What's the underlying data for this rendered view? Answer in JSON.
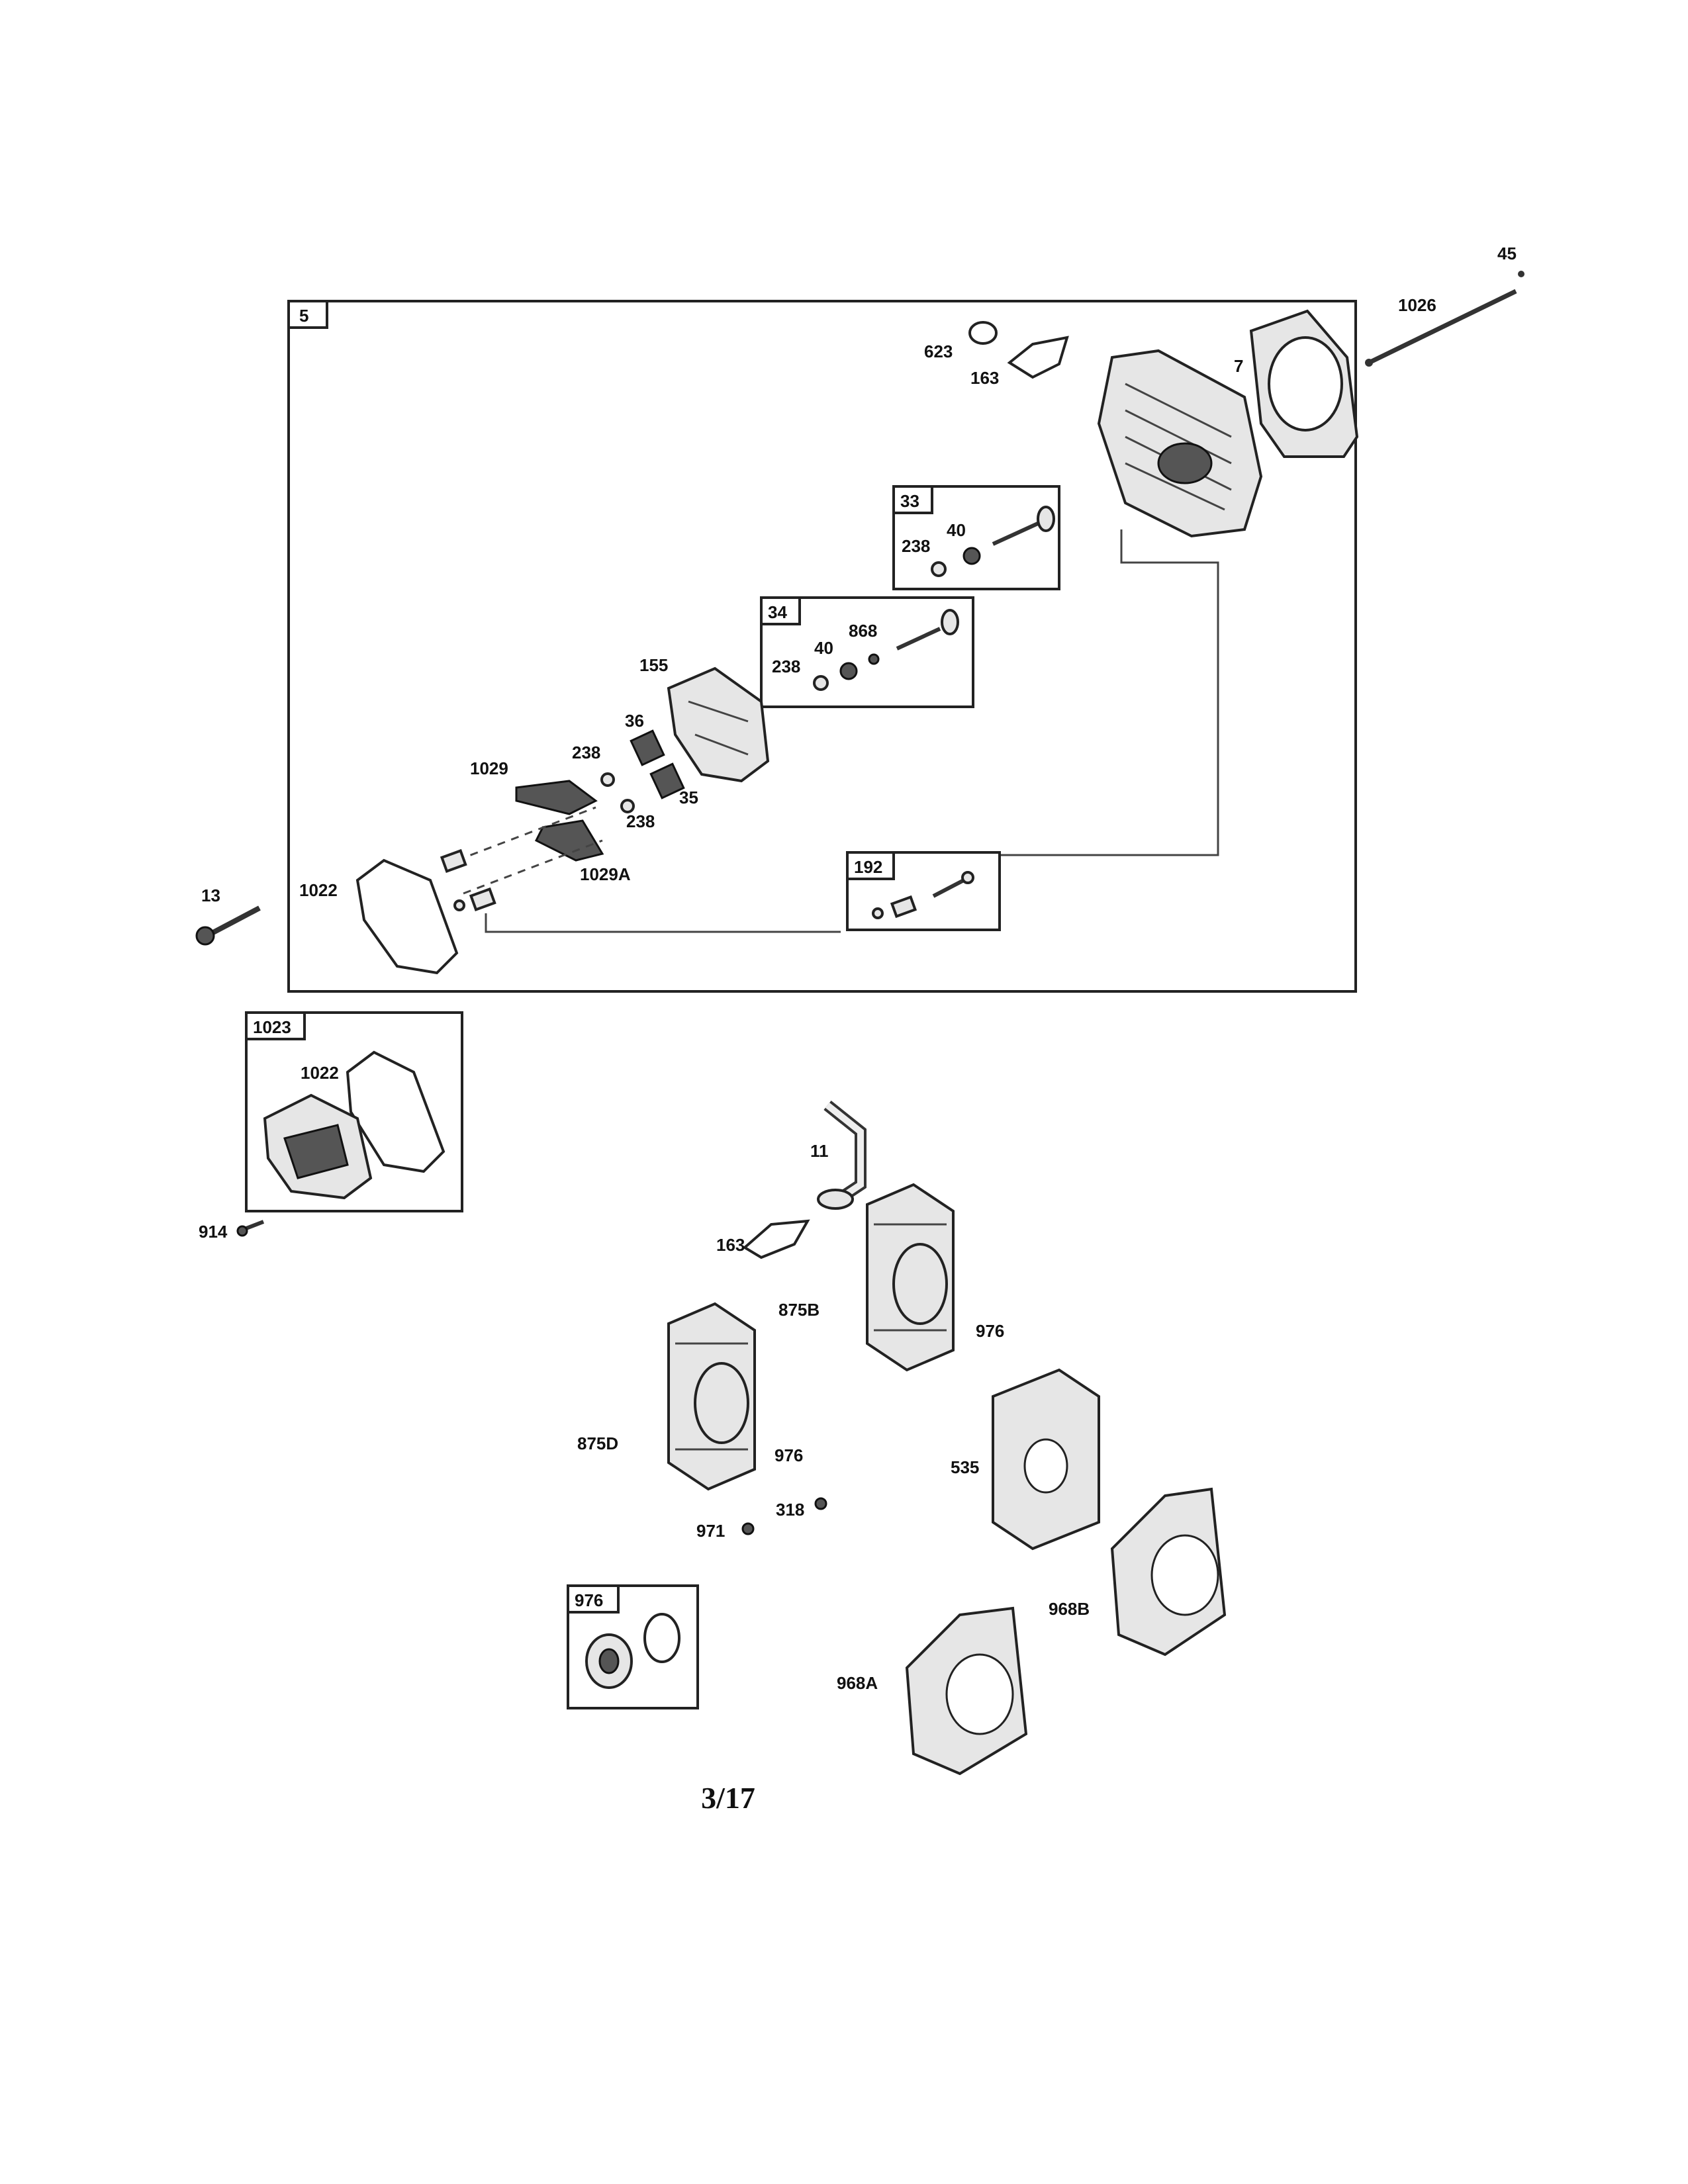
{
  "groups": {
    "main": "5",
    "valve_exhaust": "33",
    "valve_intake": "34",
    "adjuster": "192",
    "cover_kit": "1023",
    "filter_kit": "976"
  },
  "labels": {
    "p45": "45",
    "p1026": "1026",
    "p623": "623",
    "p163a": "163",
    "p7": "7",
    "p238a": "238",
    "p40a": "40",
    "p238b": "238",
    "p40b": "40",
    "p868": "868",
    "p155": "155",
    "p36": "36",
    "p238c": "238",
    "p1029": "1029",
    "p35": "35",
    "p238d": "238",
    "p1029a": "1029A",
    "p1022a": "1022",
    "p13": "13",
    "p1022b": "1022",
    "p914": "914",
    "p11": "11",
    "p163b": "163",
    "p875b": "875B",
    "p976a": "976",
    "p875d": "875D",
    "p976b": "976",
    "p535": "535",
    "p971": "971",
    "p318": "318",
    "p968b": "968B",
    "p968a": "968A"
  },
  "page_number": "3/17"
}
